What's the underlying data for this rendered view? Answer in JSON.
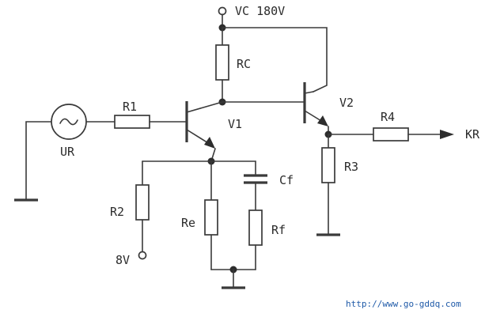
{
  "labels": {
    "supply": "VC  180V",
    "rc": "RC",
    "r1": "R1",
    "v1": "V1",
    "v2": "V2",
    "r4": "R4",
    "kr": "KR",
    "ur": "UR",
    "r3": "R3",
    "cf": "Cf",
    "r2": "R2",
    "re": "Re",
    "rf": "Rf",
    "bias": "8V"
  },
  "watermark": "http://www.go-gddq.com",
  "colors": {
    "ink": "#3a3a3a",
    "watermark": "#1f5aa8"
  }
}
